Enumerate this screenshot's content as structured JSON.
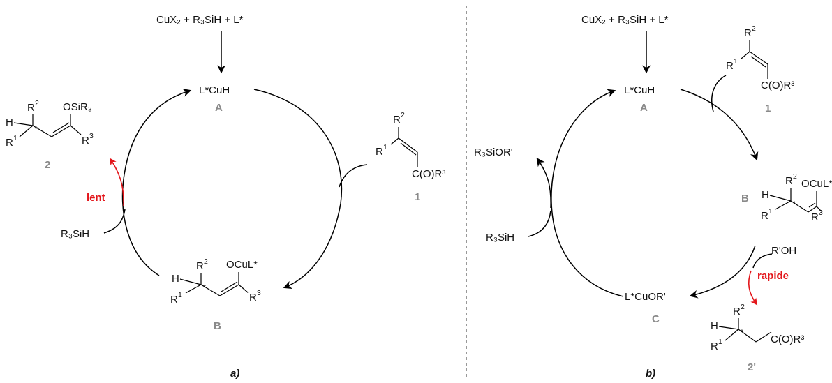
{
  "panel_a": {
    "reagents": "CuX₂ + R₃SiH + L*",
    "catalyst": "L*CuH",
    "catalyst_label": "A",
    "intermediate": "OCuL*",
    "intermediate_label": "B",
    "substrate_carbonyl": "C(O)R³",
    "substrate_label": "1",
    "product_enol": "OSiR₃",
    "product_label": "2",
    "silane": "R₃SiH",
    "rate": "lent",
    "caption": "a)"
  },
  "panel_b": {
    "reagents": "CuX₂ + R₃SiH + L*",
    "catalyst": "L*CuH",
    "catalyst_label": "A",
    "substrate_carbonyl": "C(O)R³",
    "substrate_label": "1",
    "intermediate": "OCuL*",
    "intermediate_label": "B",
    "alcohol": "R'OH",
    "rate": "rapide",
    "alkoxide": "L*CuOR'",
    "alkoxide_label": "C",
    "silyl_ether": "R₃SiOR'",
    "silane": "R₃SiH",
    "product_carbonyl": "C(O)R³",
    "product_label": "2'",
    "caption": "b)"
  },
  "atoms": {
    "H": "H",
    "R": "R",
    "one": "1",
    "two": "2",
    "three": "3",
    "star": "*"
  },
  "colors": {
    "accent": "#e3161b",
    "label_grey": "#8a8a8a",
    "ink": "#000000"
  }
}
